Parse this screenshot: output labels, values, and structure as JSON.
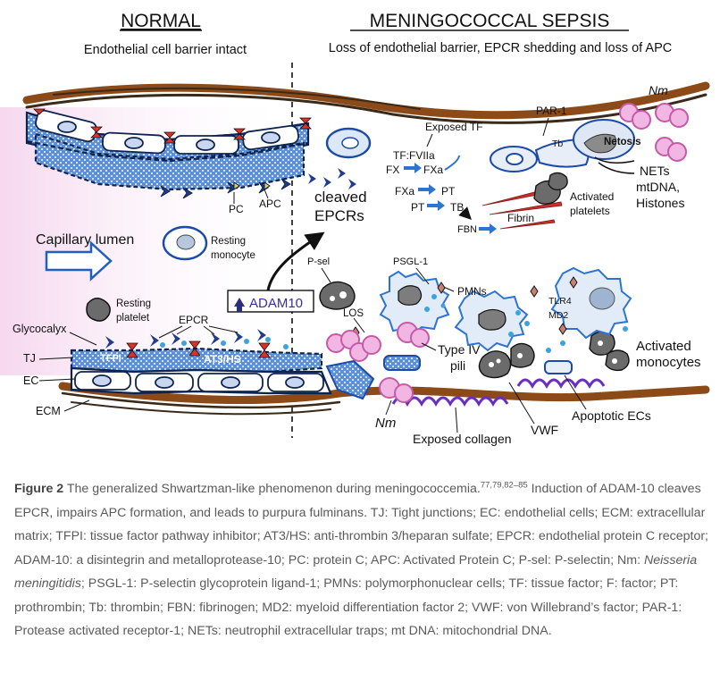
{
  "figure": {
    "left_title": "NORMAL",
    "left_subtitle": "Endothelial cell barrier intact",
    "right_title": "MENINGOCOCCAL SEPSIS",
    "right_subtitle": "Loss of endothelial barrier, EPCR shedding and loss of APC",
    "labels": {
      "capillary_lumen": "Capillary lumen",
      "resting_monocyte_1": "Resting",
      "resting_monocyte_2": "monocyte",
      "resting_platelet_1": "Resting",
      "resting_platelet_2": "platelet",
      "glycocalyx": "Glycocalyx",
      "tj": "TJ",
      "ec": "EC",
      "ecm": "ECM",
      "epcr": "EPCR",
      "tfpi": "TFPI",
      "at3hs": "AT3/HS",
      "pc": "PC",
      "apc": "APC",
      "adam10": "ADAM10",
      "cleaved_1": "cleaved",
      "cleaved_2": "EPCRs",
      "psel": "P-sel",
      "los": "LOS",
      "psgl1": "PSGL-1",
      "pmns": "PMNs",
      "tlr4": "TLR4",
      "md2": "MD2",
      "activated_monocytes_1": "Activated",
      "activated_monocytes_2": "monocytes",
      "type4_1": "Type IV",
      "type4_2": "pili",
      "nm_bottom": "Nm",
      "nm_top": "Nm",
      "exposed_collagen": "Exposed collagen",
      "vwf": "VWF",
      "apoptotic_ecs": "Apoptotic ECs",
      "exposed_tf": "Exposed TF",
      "par1": "PAR-1",
      "tb_top": "Tb",
      "netosis": "Netosis",
      "nets_1": "NETs",
      "nets_2": "mtDNA,",
      "nets_3": "Histones",
      "tf_fviia": "TF:FVIIa",
      "fx": "FX",
      "fxa_1": "FXa",
      "fxa_2": "FXa",
      "pt_1": "PT",
      "pt_2": "PT",
      "tb_2": "TB",
      "fbn": "FBN",
      "fibrin": "Fibrin",
      "activated_platelets_1": "Activated",
      "activated_platelets_2": "platelets"
    }
  },
  "caption": {
    "figure_label": "Figure 2",
    "lead": "The generalized Shwartzman-like phenomenon during meningococcemia.",
    "refs": "77,79,82–85",
    "body1": "Induction of ADAM-10 cleaves EPCR, impairs APC formation, and leads to purpura fulminans. TJ: Tight junctions; EC: endothelial cells; ECM: extracellular matrix; TFPI: tissue factor pathway inhibitor; AT3/HS: anti-thrombin 3/heparan sulfate; EPCR: endothelial protein C receptor; ADAM-10: a disintegrin and metalloprotease-10; PC: protein C; APC: Activated Protein C; P-sel: P-selectin; Nm:",
    "species": "Neisseria meningitidis",
    "body2": "; PSGL-1: P-selectin glycoprotein ligand-1; PMNs: polymorphonuclear cells; TF: tissue factor; F: factor; PT: prothrombin; Tb: thrombin; FBN: fibrinogen; MD2: myeloid differentiation factor 2; VWF: von Willebrand’s factor; PAR-1: Protease activated receptor-1; NETs: neutrophil extracellular traps; mt DNA: mitochondrial DNA."
  }
}
